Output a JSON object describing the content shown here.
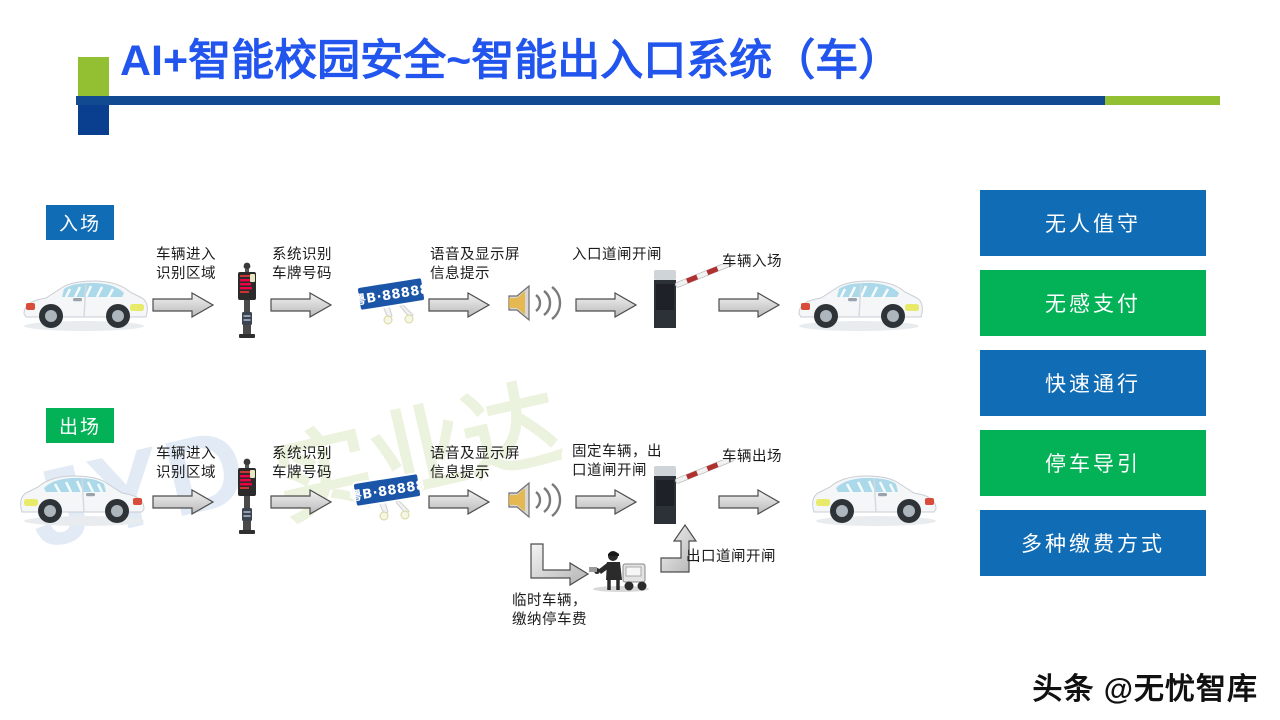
{
  "header": {
    "title": "AI+智能校园安全~智能出入口系统（车）"
  },
  "entry_row": {
    "tag": "入场",
    "tag_color": "#0f6cb5",
    "steps": [
      {
        "label": "车辆进入\n识别区域",
        "icon": "arrow-right-icon"
      },
      {
        "label": "系统识别\n车牌号码",
        "icon": "arrow-right-icon"
      },
      {
        "label": "语音及显示屏\n信息提示",
        "icon": "arrow-right-icon"
      },
      {
        "label": "入口道闸开闸",
        "icon": "arrow-right-icon"
      },
      {
        "label": "车辆入场",
        "icon": "arrow-right-icon"
      }
    ],
    "plate": "粤B·88888"
  },
  "exit_row": {
    "tag": "出场",
    "tag_color": "#03b157",
    "steps": [
      {
        "label": "车辆进入\n识别区域",
        "icon": "arrow-right-icon"
      },
      {
        "label": "系统识别\n车牌号码",
        "icon": "arrow-right-icon"
      },
      {
        "label": "语音及显示屏\n信息提示",
        "icon": "arrow-right-icon"
      },
      {
        "label": "固定车辆，出\n口道闸开闸",
        "icon": "arrow-right-icon"
      },
      {
        "label": "车辆出场",
        "icon": "arrow-right-icon"
      }
    ],
    "plate": "粤B·88888",
    "branch": {
      "label_temp": "临时车辆，\n缴纳停车费",
      "label_gate": "出口道闸开闸"
    }
  },
  "features": [
    {
      "label": "无人值守",
      "color": "#0f6cb5"
    },
    {
      "label": "无感支付",
      "color": "#03b157"
    },
    {
      "label": "快速通行",
      "color": "#0f6cb5"
    },
    {
      "label": "停车导引",
      "color": "#03b157"
    },
    {
      "label": "多种缴费方式",
      "color": "#0f6cb5"
    }
  ],
  "watermark": {
    "logo_latin": "JYD",
    "logo_cn": "实业达",
    "footer": "头条 @无忧智库"
  },
  "colors": {
    "title_blue": "#2255ee",
    "rule_blue": "#124a92",
    "rule_green": "#92c032",
    "box_blue": "#0f6cb5",
    "box_green": "#03b157"
  }
}
